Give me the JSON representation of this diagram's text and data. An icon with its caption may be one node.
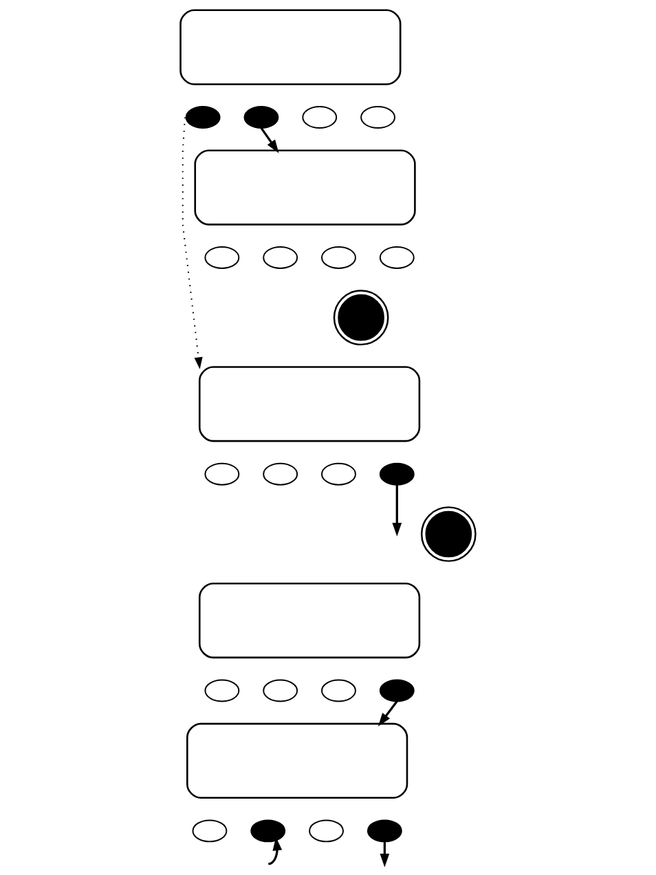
{
  "diagram": {
    "nodes": [
      {
        "text": [],
        "shape": "box"
      },
      {
        "text": [],
        "shape": "ellipse"
      },
      {
        "text": [],
        "shape": "ellipse"
      },
      {
        "text": [],
        "shape": "ellipse"
      },
      {
        "text": [],
        "shape": "ellipse"
      },
      {
        "text": [],
        "shape": "box"
      },
      {
        "text": [],
        "shape": "ellipse"
      },
      {
        "text": [],
        "shape": "ellipse"
      },
      {
        "text": [],
        "shape": "ellipse"
      },
      {
        "text": [],
        "shape": "ellipse"
      },
      {
        "text": [],
        "shape": "circle"
      },
      {
        "text": [],
        "shape": "box"
      },
      {
        "text": [],
        "shape": "ellipse"
      },
      {
        "text": [],
        "shape": "ellipse"
      },
      {
        "text": [],
        "shape": "ellipse"
      },
      {
        "text": [],
        "shape": "ellipse"
      },
      {
        "text": [],
        "shape": "circle"
      },
      {
        "text": [],
        "shape": "box"
      },
      {
        "text": [],
        "shape": "ellipse"
      },
      {
        "text": [],
        "shape": "ellipse"
      },
      {
        "text": [],
        "shape": "ellipse"
      },
      {
        "text": [],
        "shape": "ellipse"
      },
      {
        "text": [],
        "shape": "box"
      },
      {
        "text": [],
        "shape": "ellipse"
      },
      {
        "text": [],
        "shape": "ellipse"
      },
      {
        "text": [],
        "shape": "ellipse"
      },
      {
        "text": [],
        "shape": "ellipse"
      }
    ],
    "edges": [
      {
        "from": 2,
        "to": 5,
        "arrow": "to"
      },
      {
        "from": 1,
        "to": 11,
        "arrow": "to",
        "style": "dashed"
      },
      {
        "from": 15,
        "to": null,
        "arrow": "to"
      },
      {
        "from": 21,
        "to": 22,
        "arrow": "to"
      },
      {
        "from": null,
        "to": 24,
        "arrow": "to"
      },
      {
        "from": 26,
        "to": null,
        "arrow": "to"
      }
    ]
  }
}
